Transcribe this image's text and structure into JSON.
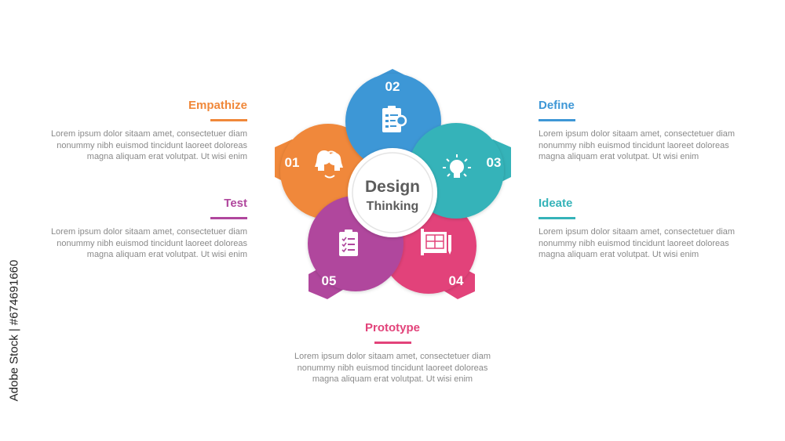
{
  "center": {
    "line1": "Design",
    "line2": "Thinking"
  },
  "steps": [
    {
      "num": "01",
      "title": "Empathize",
      "color": "#f0883a",
      "icon": "head-exchange-icon",
      "text": [
        "Lorem ipsum dolor sitaam amet, consectetuer diam",
        "nonummy  nibh euismod tincidunt laoreet doloreas",
        "magna aliquam erat volutpat. Ut wisi enim"
      ]
    },
    {
      "num": "02",
      "title": "Define",
      "color": "#3e97d6",
      "icon": "clipboard-magnifier-icon",
      "text": [
        "Lorem ipsum dolor sitaam amet, consectetuer diam",
        "nonummy  nibh euismod tincidunt laoreet doloreas",
        "magna aliquam erat volutpat. Ut wisi enim"
      ]
    },
    {
      "num": "03",
      "title": "Ideate",
      "color": "#35b3b9",
      "icon": "lightbulb-icon",
      "text": [
        "Lorem ipsum dolor sitaam amet, consectetuer diam",
        "nonummy  nibh euismod tincidunt laoreet doloreas",
        "magna aliquam erat volutpat. Ut wisi enim"
      ]
    },
    {
      "num": "04",
      "title": "Prototype",
      "color": "#e2437a",
      "icon": "blueprint-pencil-icon",
      "text": [
        "Lorem ipsum dolor sitaam amet, consectetuer diam",
        "nonummy  nibh euismod tincidunt laoreet doloreas",
        "magna aliquam erat volutpat. Ut wisi enim"
      ]
    },
    {
      "num": "05",
      "title": "Test",
      "color": "#b0479d",
      "icon": "checklist-icon",
      "text": [
        "Lorem ipsum dolor sitaam amet, consectetuer diam",
        "nonummy  nibh euismod tincidunt laoreet doloreas",
        "magna aliquam erat volutpat. Ut wisi enim"
      ]
    }
  ],
  "watermark": "Adobe Stock | #674691660"
}
